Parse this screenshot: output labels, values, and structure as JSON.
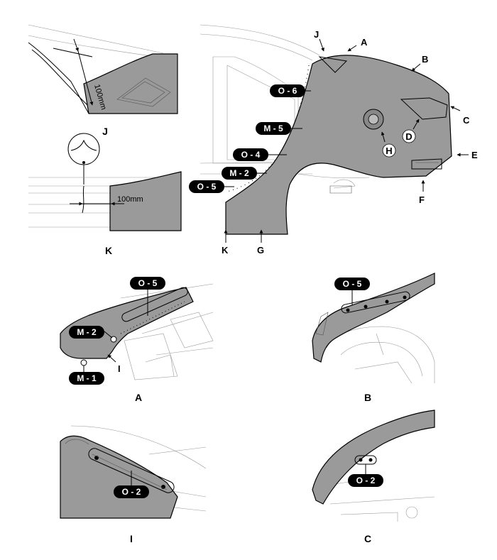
{
  "captions": {
    "j": "J",
    "k": "K",
    "a": "A",
    "b": "B",
    "i": "I",
    "c": "C"
  },
  "dimensions": {
    "j_measure": "100mm",
    "k_measure": "100mm"
  },
  "main_arrows": {
    "j": "J",
    "a": "A",
    "b": "B",
    "c": "C",
    "d": "D",
    "h": "H",
    "e": "E",
    "f": "F",
    "k": "K",
    "g": "G"
  },
  "main_callouts": {
    "o6": "O - 6",
    "m5": "M - 5",
    "o4": "O - 4",
    "m2": "M - 2",
    "o5": "O - 5"
  },
  "detail_a": {
    "o5": "O - 5",
    "m2": "M - 2",
    "m1": "M - 1",
    "arrow_i": "I"
  },
  "detail_b": {
    "o5": "O - 5"
  },
  "detail_i": {
    "o2": "O - 2"
  },
  "detail_c": {
    "o2": "O - 2"
  },
  "colors": {
    "panel_fill": "#9a9a9a",
    "callout_fill": "#000000",
    "callout_text": "#ffffff"
  }
}
